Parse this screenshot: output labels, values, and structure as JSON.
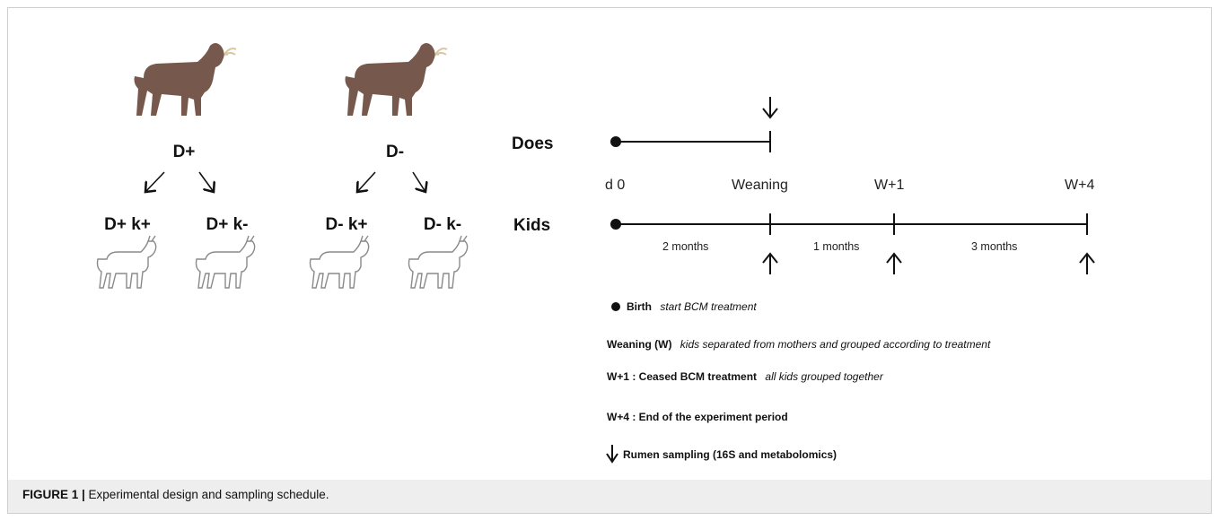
{
  "groups": {
    "d_plus": "D+",
    "d_minus": "D-",
    "d_plus_k_plus": "D+ k+",
    "d_plus_k_minus": "D+ k-",
    "d_minus_k_plus": "D- k+",
    "d_minus_k_minus": "D- k-"
  },
  "timeline": {
    "does_label": "Does",
    "kids_label": "Kids",
    "points": {
      "d0": "d 0",
      "weaning": "Weaning",
      "w1": "W+1",
      "w4": "W+4"
    },
    "intervals": {
      "first": "2 months",
      "second": "1 months",
      "third": "3 months"
    }
  },
  "legend": {
    "birth_key": "Birth",
    "birth_desc": "start BCM treatment",
    "weaning_key": "Weaning (W)",
    "weaning_desc": "kids separated from mothers and grouped according to treatment",
    "w1_key": "W+1 : Ceased   BCM treatment",
    "w1_desc": "all kids grouped together",
    "w4_key": "W+4 : End of the experiment period",
    "sampling_key": "Rumen sampling (16S and metabolomics)"
  },
  "caption": {
    "label": "FIGURE 1 |",
    "text": " Experimental design and sampling schedule."
  },
  "colors": {
    "adult_goat": "#76594c",
    "kid_goat_outline": "#8a8a8a",
    "caption_bg": "#eeeeee"
  }
}
